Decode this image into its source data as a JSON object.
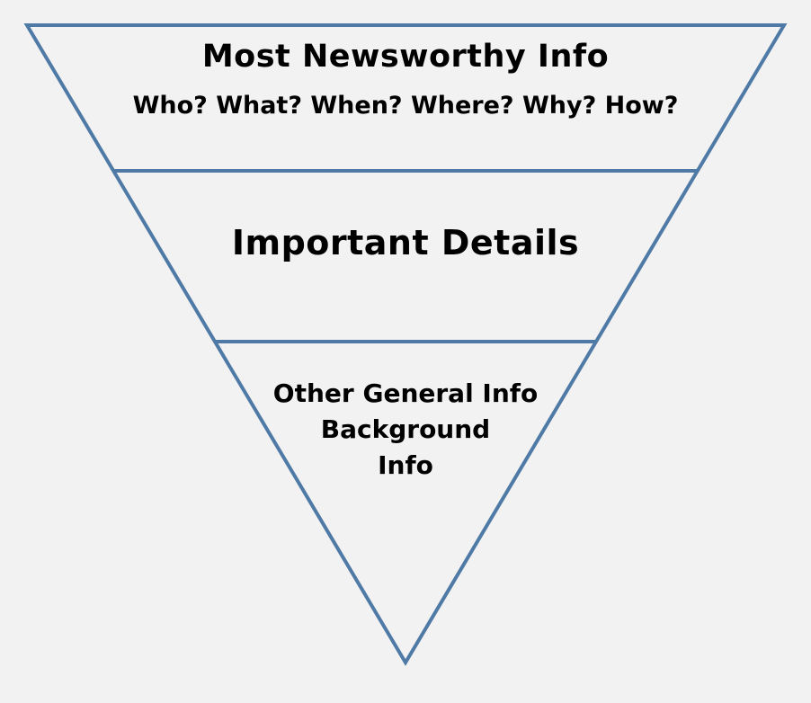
{
  "diagram": {
    "type": "inverted-pyramid",
    "background_color": "#f2f2f2",
    "outline_color": "#4f7aa6",
    "text_color": "#000000",
    "sections": [
      {
        "title": "Most Newsworthy Info",
        "subtitle": "Who? What? When? Where? Why? How?"
      },
      {
        "title": "Important Details"
      },
      {
        "lines": [
          "Other General Info",
          "Background",
          "Info"
        ]
      }
    ]
  }
}
